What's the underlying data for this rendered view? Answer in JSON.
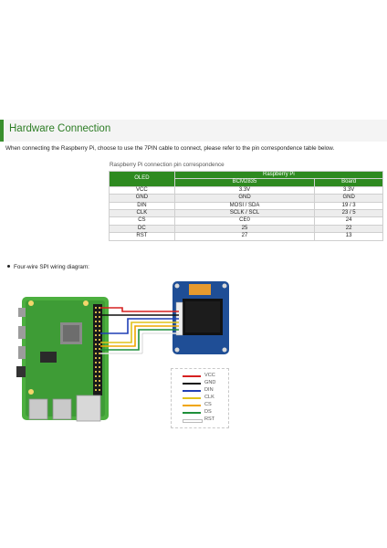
{
  "section": {
    "title": "Hardware Connection"
  },
  "intro": "When connecting the Raspberry Pi, choose to use the 7PIN cable to connect, please refer to the pin correspondence table below.",
  "table": {
    "caption": "Raspberry Pi connection pin correspondence",
    "header": {
      "oled": "OLED",
      "group": "Raspberry Pi",
      "col1": "BCM2835",
      "col2": "Board"
    },
    "rows": [
      {
        "oled": "VCC",
        "bcm": "3.3V",
        "board": "3.3V"
      },
      {
        "oled": "GND",
        "bcm": "GND",
        "board": "GND"
      },
      {
        "oled": "DIN",
        "bcm": "MOSI / SDA",
        "board": "19 / 3"
      },
      {
        "oled": "CLK",
        "bcm": "SCLK / SCL",
        "board": "23 / 5"
      },
      {
        "oled": "CS",
        "bcm": "CE0",
        "board": "24"
      },
      {
        "oled": "DC",
        "bcm": "25",
        "board": "22"
      },
      {
        "oled": "RST",
        "bcm": "27",
        "board": "13"
      }
    ]
  },
  "diagram": {
    "label": "Four-wire SPI wiring diagram:",
    "legend": [
      {
        "name": "VCC",
        "color": "#d62020"
      },
      {
        "name": "GND",
        "color": "#111111"
      },
      {
        "name": "DIN",
        "color": "#1f3fb5"
      },
      {
        "name": "CLK",
        "color": "#e0c21a"
      },
      {
        "name": "CS",
        "color": "#f0a500"
      },
      {
        "name": "DS",
        "color": "#1e8f3a"
      },
      {
        "name": "RST",
        "color": "#ffffff"
      }
    ]
  }
}
